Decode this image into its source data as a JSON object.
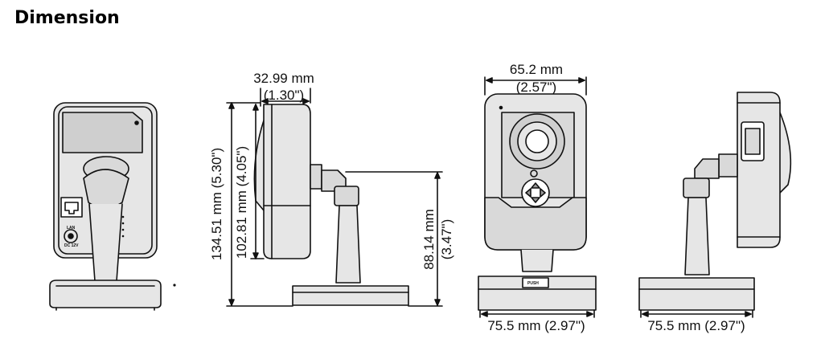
{
  "title": "Dimension",
  "dimensions": {
    "side_depth": "32.99 mm",
    "side_depth_in": "(1.30\")",
    "front_width": "65.2 mm",
    "front_width_in": "(2.57\")",
    "total_height": "134.51 mm (5.30\")",
    "body_height": "102.81 mm (4.05\")",
    "stand_height": "88.14 mm",
    "stand_height_in": "(3.47\")",
    "base_width_front": "75.5 mm (2.97\")",
    "base_width_side": "75.5 mm (2.97\")"
  },
  "labels": {
    "lan": "LAN",
    "dc": "DC 12V",
    "push": "PUSH"
  }
}
